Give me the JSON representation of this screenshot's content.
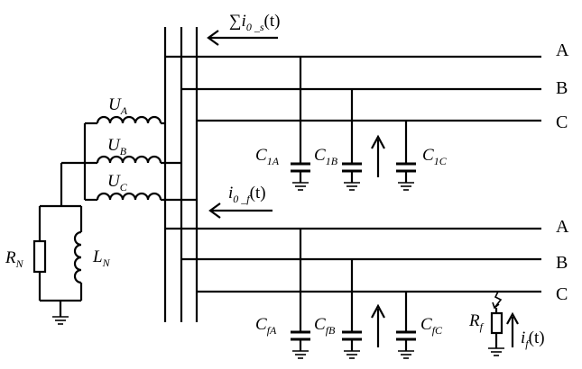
{
  "labels": {
    "sum_current": "∑i0_s(t)",
    "sum_symbol": "∑",
    "sum_i": "i",
    "sum_sub": "0 _s",
    "sum_t": "(t)",
    "fault_current": "i0_f(t)",
    "fault_i": "i",
    "fault_sub": "0 _f",
    "fault_t": "(t)",
    "ua": {
      "main": "U",
      "sub": "A"
    },
    "ub": {
      "main": "U",
      "sub": "B"
    },
    "uc": {
      "main": "U",
      "sub": "C"
    },
    "rn": {
      "main": "R",
      "sub": "N"
    },
    "ln": {
      "main": "L",
      "sub": "N"
    },
    "c1a": {
      "main": "C",
      "sub": "1A"
    },
    "c1b": {
      "main": "C",
      "sub": "1B"
    },
    "c1c": {
      "main": "C",
      "sub": "1C"
    },
    "cfa": {
      "main": "C",
      "sub": "fA"
    },
    "cfb": {
      "main": "C",
      "sub": "fB"
    },
    "cfc": {
      "main": "C",
      "sub": "fC"
    },
    "rf": {
      "main": "R",
      "sub": "f"
    },
    "if": {
      "main": "i",
      "sub": "f",
      "t": "(t)"
    }
  },
  "phases_top": [
    "A",
    "B",
    "C"
  ],
  "phases_bottom": [
    "A",
    "B",
    "C"
  ]
}
